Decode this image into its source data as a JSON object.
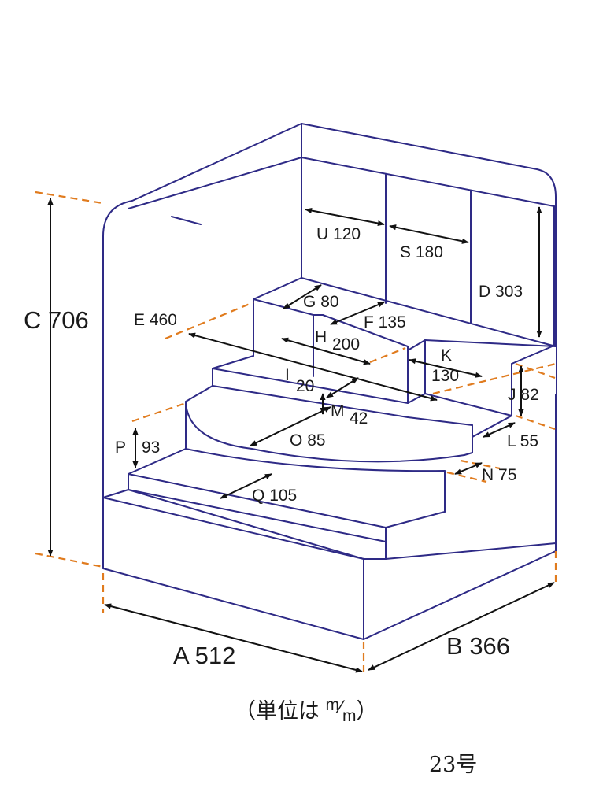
{
  "colors": {
    "outline": "#2e2a86",
    "guide": "#e07b1e",
    "arrow": "#111111",
    "text": "#1a1a1a"
  },
  "dimensions": {
    "A": {
      "letter": "A",
      "value": "512"
    },
    "B": {
      "letter": "B",
      "value": "366"
    },
    "C": {
      "letter": "C",
      "value": "706"
    },
    "D": {
      "letter": "D",
      "value": "303"
    },
    "E": {
      "letter": "E",
      "value": "460"
    },
    "F": {
      "letter": "F",
      "value": "135"
    },
    "G": {
      "letter": "G",
      "value": "80"
    },
    "H": {
      "letter": "H",
      "value": "200"
    },
    "I": {
      "letter": "I",
      "value": "20"
    },
    "J": {
      "letter": "J",
      "value": "82"
    },
    "K": {
      "letter": "K",
      "value": "130"
    },
    "L": {
      "letter": "L",
      "value": "55"
    },
    "M": {
      "letter": "M",
      "value": "42"
    },
    "N": {
      "letter": "N",
      "value": "75"
    },
    "O": {
      "letter": "O",
      "value": "85"
    },
    "P": {
      "letter": "P",
      "value": "93"
    },
    "Q": {
      "letter": "Q",
      "value": "105"
    },
    "S": {
      "letter": "S",
      "value": "180"
    },
    "U": {
      "letter": "U",
      "value": "120"
    }
  },
  "unit_note": {
    "open": "（単位は ",
    "numerator": "m",
    "slash": "⁄",
    "denominator": "m",
    "close": "）"
  },
  "model_number": "23号"
}
